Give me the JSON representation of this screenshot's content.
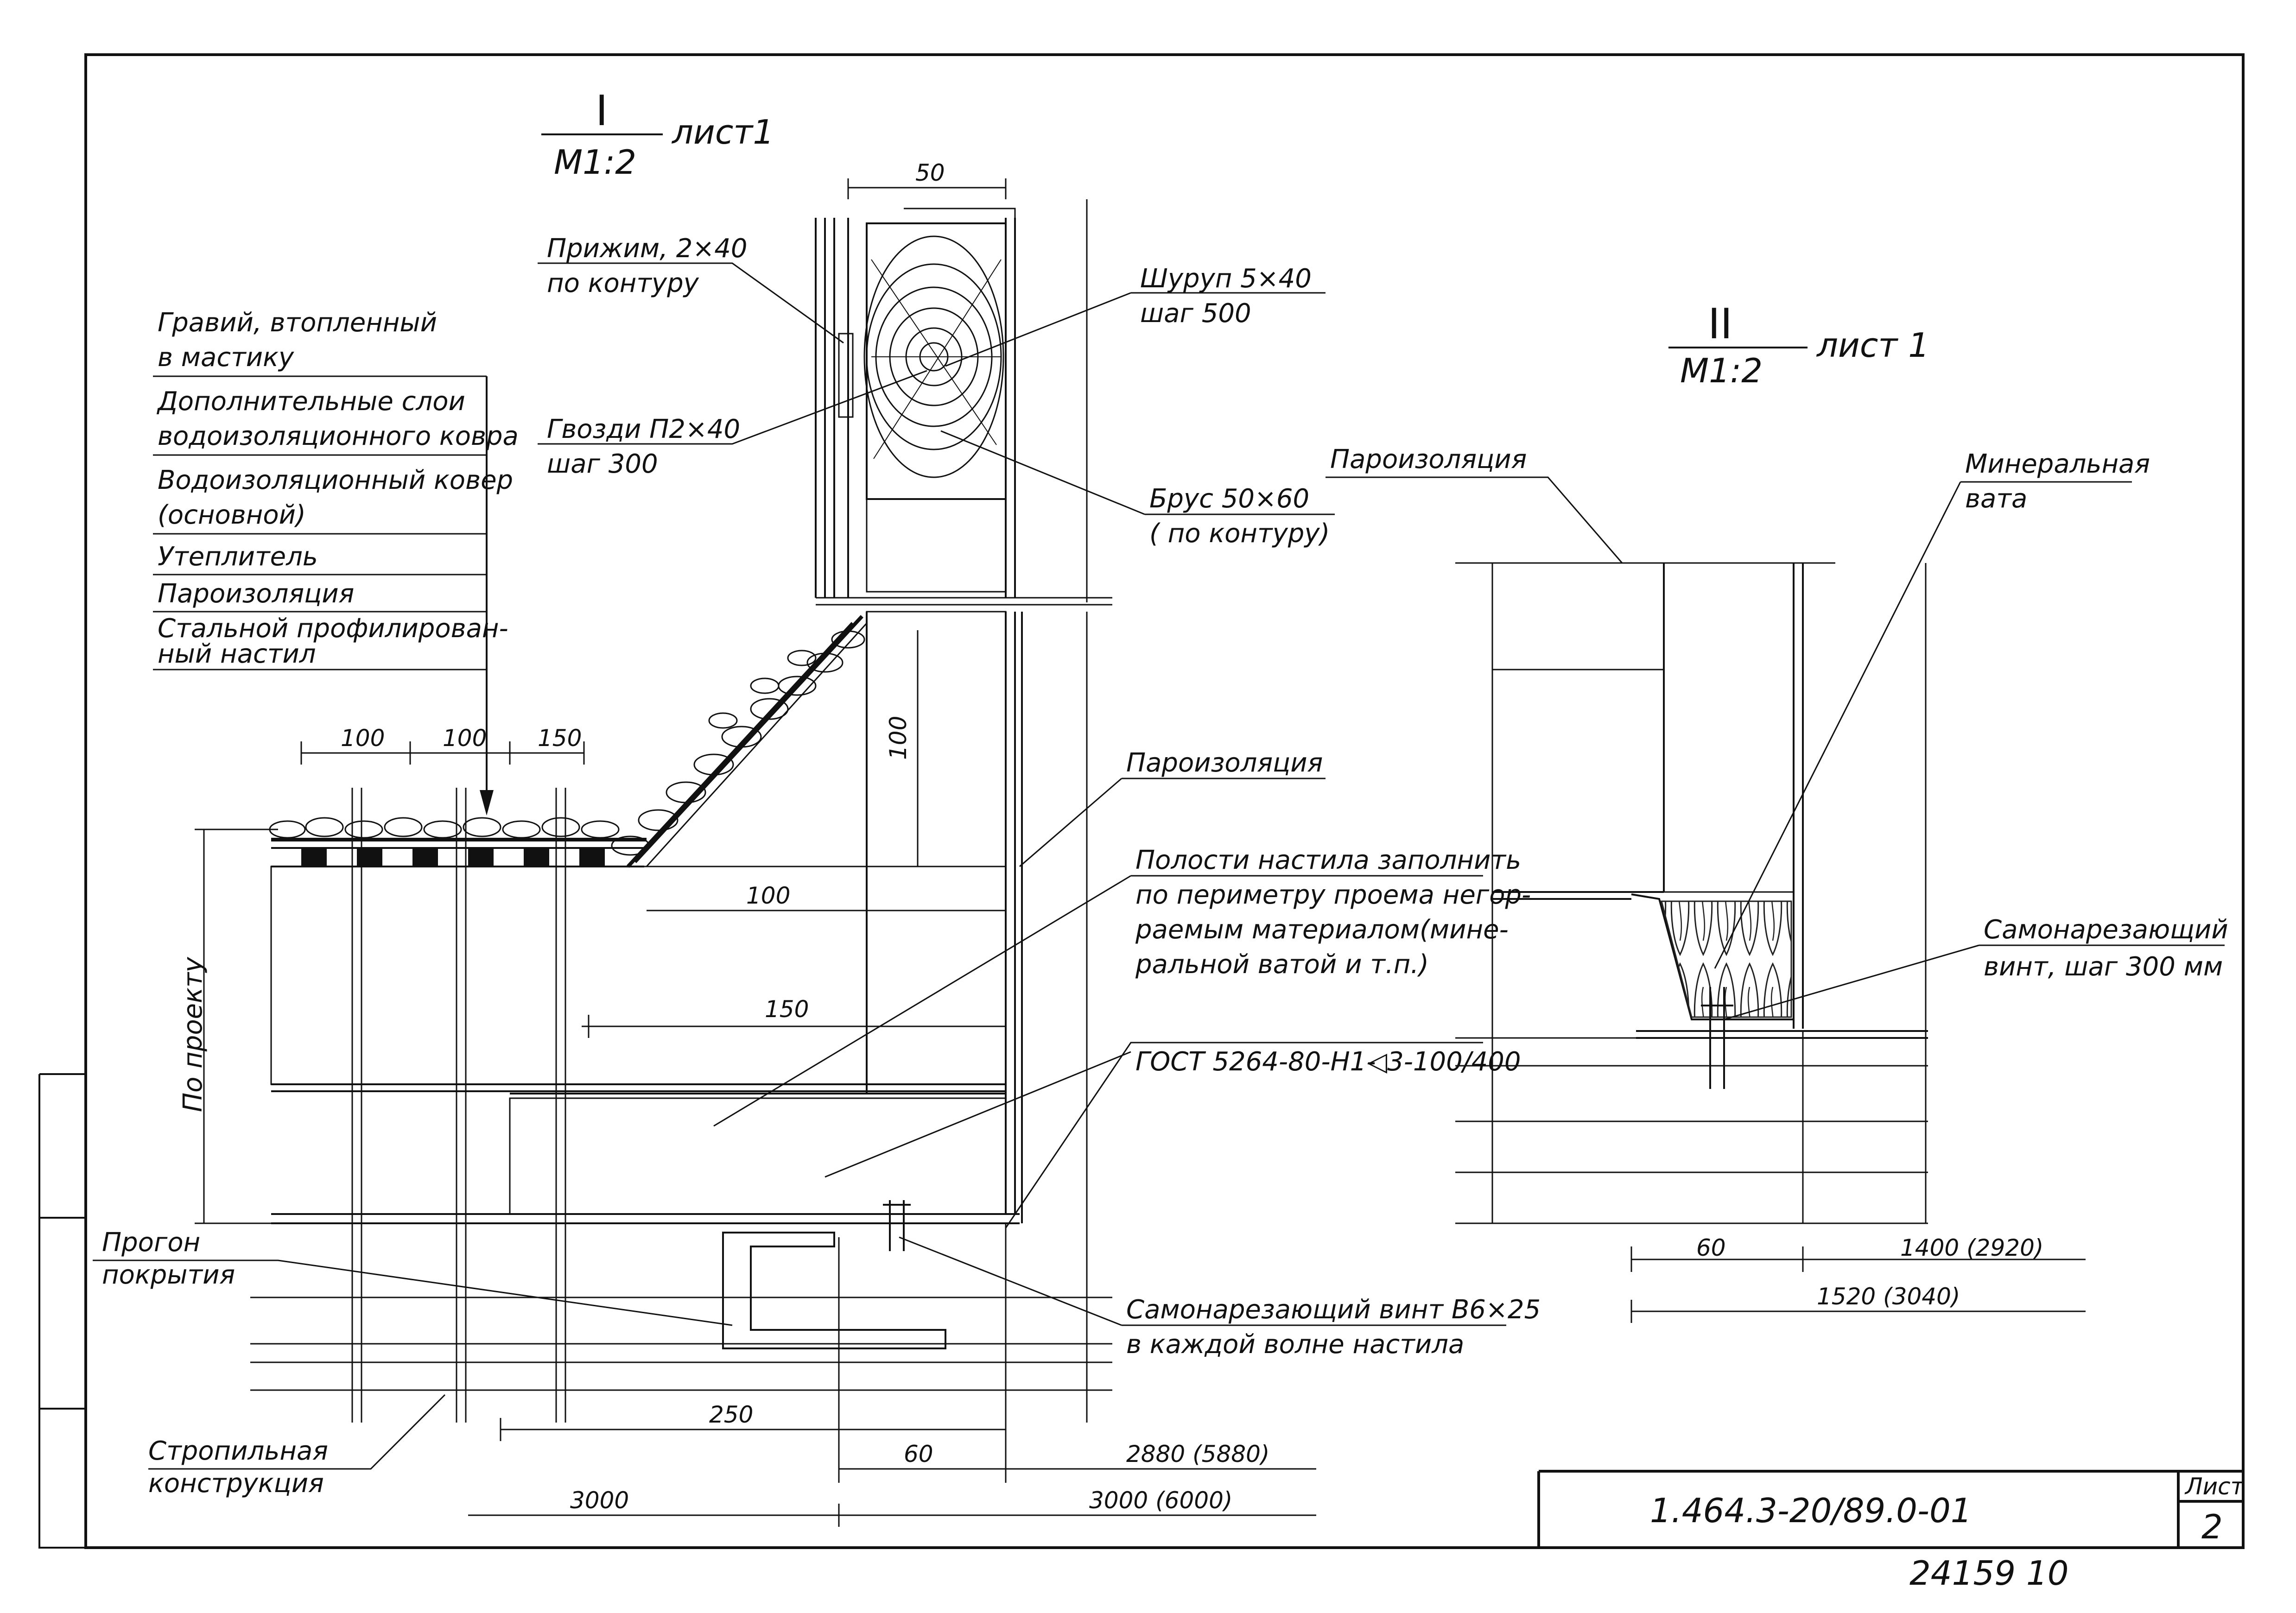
{
  "sections": {
    "I": {
      "roman": "I",
      "scale": "M1:2",
      "sheet": "лист1"
    },
    "II": {
      "roman": "II",
      "scale": "M1:2",
      "sheet": "лист 1"
    }
  },
  "layers": [
    "Гравий, втопленный",
    "в мастику",
    "Дополнительные слои",
    "водоизоляционного ковра",
    "Водоизоляционный ковер",
    "(основной)",
    "Утеплитель",
    "Пароизоляция",
    "Стальной профилирован-",
    "ный настил"
  ],
  "labels": {
    "prizhim_1": "Прижим, 2×40",
    "prizhim_2": "по контуру",
    "gvozdi_1": "Гвозди П2×40",
    "gvozdi_2": "шаг 300",
    "shurup_1": "Шуруп 5×40",
    "shurup_2": "шаг 500",
    "brus_1": "Брус 50×60",
    "brus_2": "( по контуру)",
    "paroizol_1": "Пароизоляция",
    "polosti_1": "Полости настила заполнить",
    "polosti_2": "по периметру проема негор-",
    "polosti_3": "раемым материалом(мине-",
    "polosti_4": "ральной ватой и т.п.)",
    "gost": "ГОСТ 5264-80-Н1-",
    "weld": "◁3-100/400",
    "po_proektu": "По проекту",
    "progon_1": "Прогон",
    "progon_2": "покрытия",
    "vint_1": "Самонарезающий винт В6×25",
    "vint_2": "в каждой волне настила",
    "stropil_1": "Стропильная",
    "stropil_2": "конструкция",
    "paroizol_2": "Пароизоляция",
    "mineral_1": "Минеральная",
    "mineral_2": "вата",
    "vint2_1": "Самонарезающий",
    "vint2_2": "винт, шаг 300 мм"
  },
  "dimensions": {
    "d50": "50",
    "d100a": "100",
    "d100b": "100",
    "d150a": "150",
    "d100v": "100",
    "d100h": "100",
    "d150b": "150",
    "d250": "250",
    "d60a": "60",
    "d2880": "2880 (5880)",
    "d3000a": "3000",
    "d3000b": "3000 (6000)",
    "d60b": "60",
    "d1400": "1400 (2920)",
    "d1520": "1520 (3040)"
  },
  "title_block": {
    "code": "1.464.3-20/89.0-01",
    "sheet_label": "Лист",
    "sheet_number": "2",
    "inventory": "24159 10"
  }
}
